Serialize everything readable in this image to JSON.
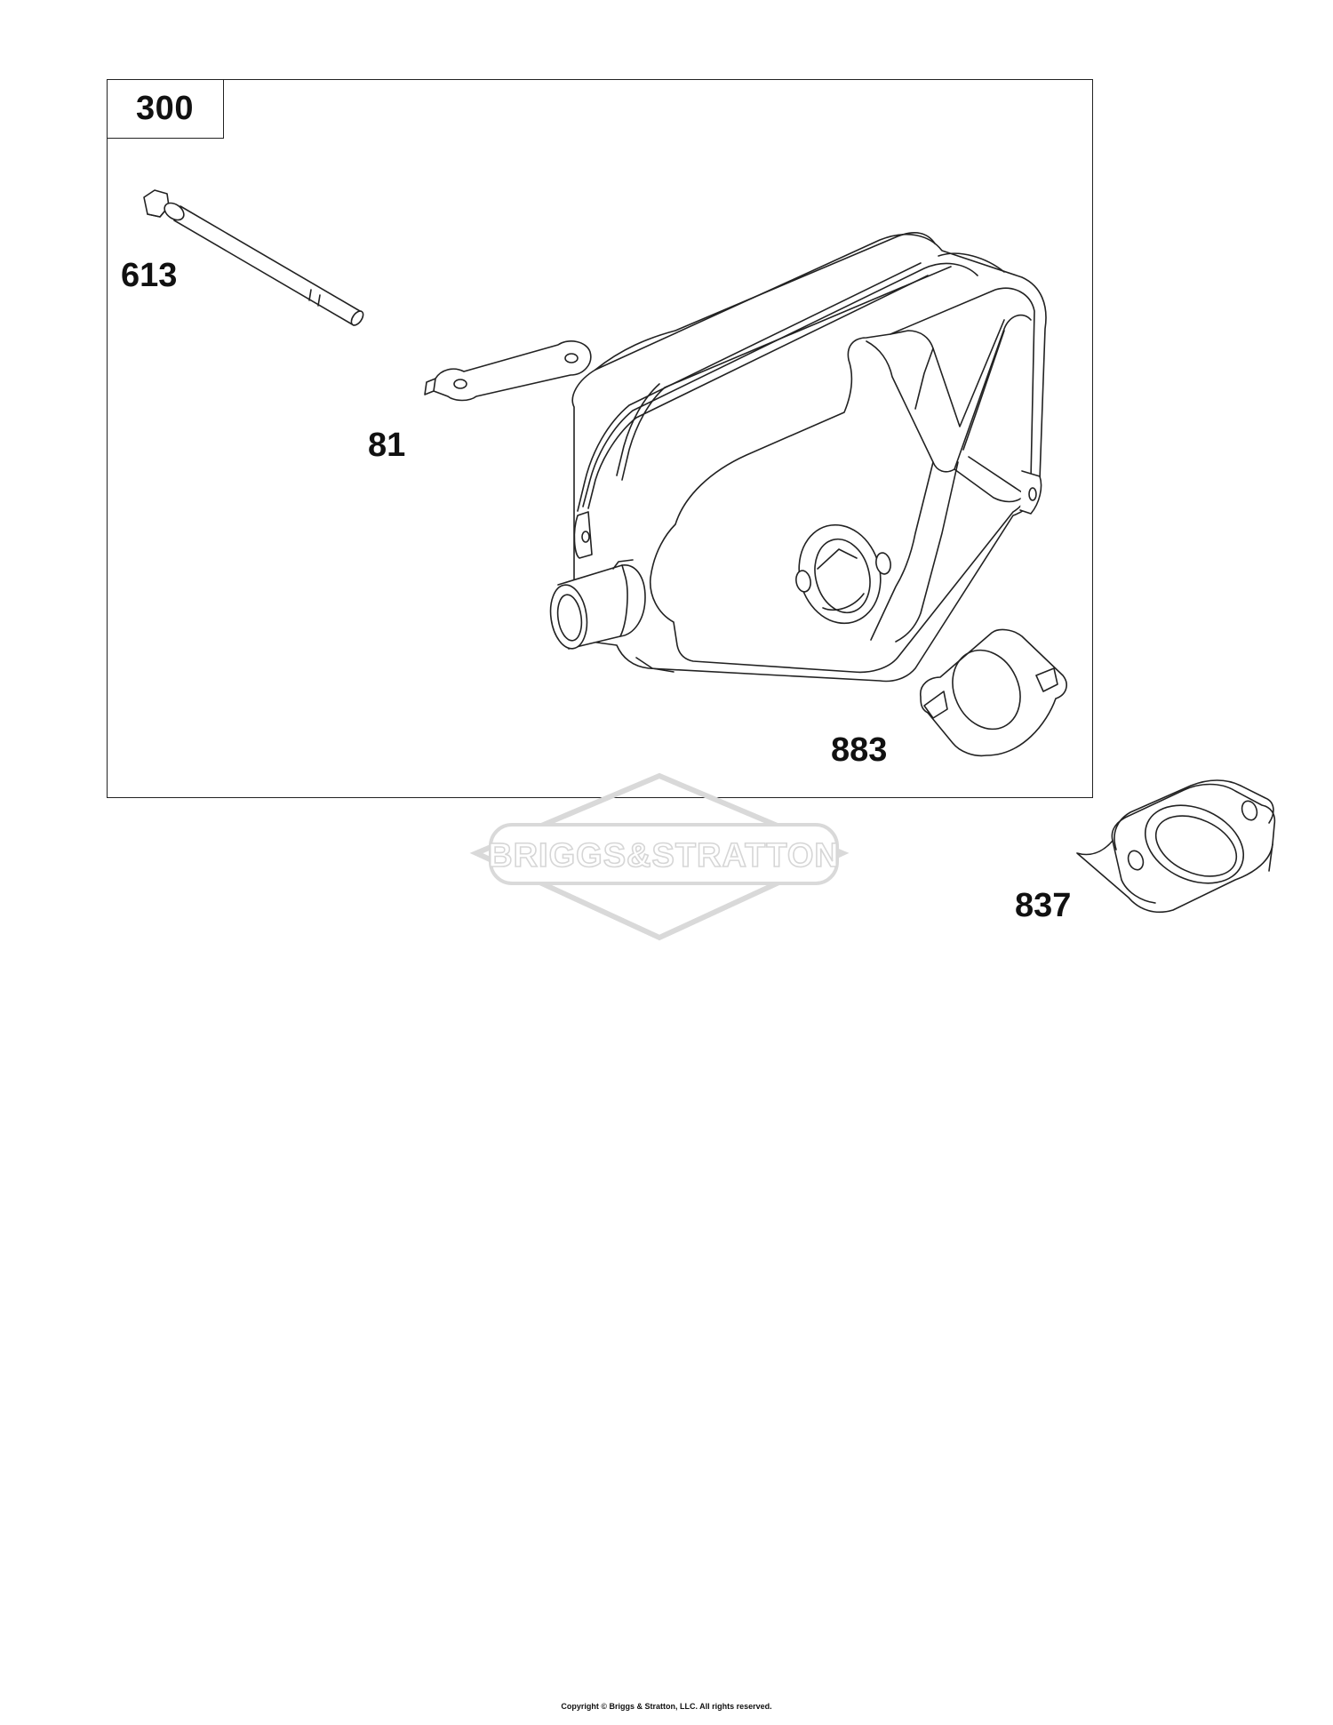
{
  "assembly": {
    "number": "300"
  },
  "callouts": [
    {
      "id": "bolt",
      "label": "613"
    },
    {
      "id": "lock-plate",
      "label": "81"
    },
    {
      "id": "muffler-gasket",
      "label": "883"
    },
    {
      "id": "exhaust-spacer",
      "label": "837"
    }
  ],
  "watermark": {
    "logo_text": "BRIGGS&STRATTON"
  },
  "footer": {
    "copyright": "Copyright © Briggs & Stratton, LLC. All rights reserved."
  },
  "colors": {
    "line": "#222222",
    "watermark": "#d9d9d9"
  }
}
